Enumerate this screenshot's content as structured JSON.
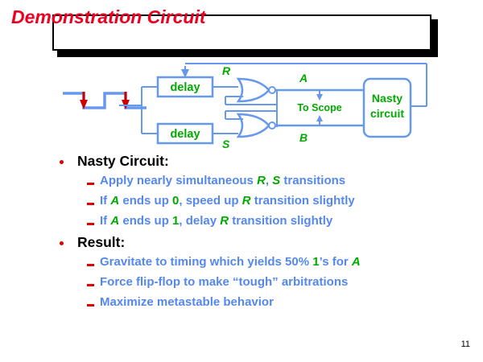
{
  "slide": {
    "title": "Demonstration Circuit",
    "page_number": "11",
    "title_color": "#ee0022",
    "bullet_color": "#dd0000",
    "sub_text_color": "#5588ee",
    "accent_green": "#00aa00",
    "wire_color": "#6699ee"
  },
  "diagram": {
    "delay_top_label": "delay",
    "delay_bottom_label": "delay",
    "signal_r": "R",
    "signal_s": "S",
    "signal_a": "A",
    "signal_b": "B",
    "scope_label": "To Scope",
    "nasty_line1": "Nasty",
    "nasty_line2": "circuit",
    "gate_type": "NOR"
  },
  "bullets": [
    {
      "level": 1,
      "text": "Nasty Circuit:"
    },
    {
      "level": 2,
      "parts": [
        {
          "t": "Apply nearly simultaneous ",
          "s": "b"
        },
        {
          "t": "R",
          "s": "gi"
        },
        {
          "t": ", ",
          "s": "b"
        },
        {
          "t": "S",
          "s": "gi"
        },
        {
          "t": " transitions",
          "s": "b"
        }
      ]
    },
    {
      "level": 2,
      "parts": [
        {
          "t": "If ",
          "s": "b"
        },
        {
          "t": "A",
          "s": "gi"
        },
        {
          "t": " ends up ",
          "s": "b"
        },
        {
          "t": "0",
          "s": "g"
        },
        {
          "t": ", speed up ",
          "s": "b"
        },
        {
          "t": "R",
          "s": "gi"
        },
        {
          "t": " transition slightly",
          "s": "b"
        }
      ]
    },
    {
      "level": 2,
      "parts": [
        {
          "t": "If ",
          "s": "b"
        },
        {
          "t": "A",
          "s": "gi"
        },
        {
          "t": " ends up ",
          "s": "b"
        },
        {
          "t": "1",
          "s": "g"
        },
        {
          "t": ", delay ",
          "s": "b"
        },
        {
          "t": "R",
          "s": "gi"
        },
        {
          "t": " transition slightly",
          "s": "b"
        }
      ]
    },
    {
      "level": 1,
      "text": "Result:"
    },
    {
      "level": 2,
      "parts": [
        {
          "t": "Gravitate to timing which yields 50% ",
          "s": "b"
        },
        {
          "t": "1",
          "s": "g"
        },
        {
          "t": "’s for ",
          "s": "b"
        },
        {
          "t": "A",
          "s": "gi"
        }
      ]
    },
    {
      "level": 2,
      "parts": [
        {
          "t": "Force flip-flop to make “tough” arbitrations",
          "s": "b"
        }
      ]
    },
    {
      "level": 2,
      "parts": [
        {
          "t": "Maximize metastable behavior",
          "s": "b"
        }
      ]
    }
  ]
}
